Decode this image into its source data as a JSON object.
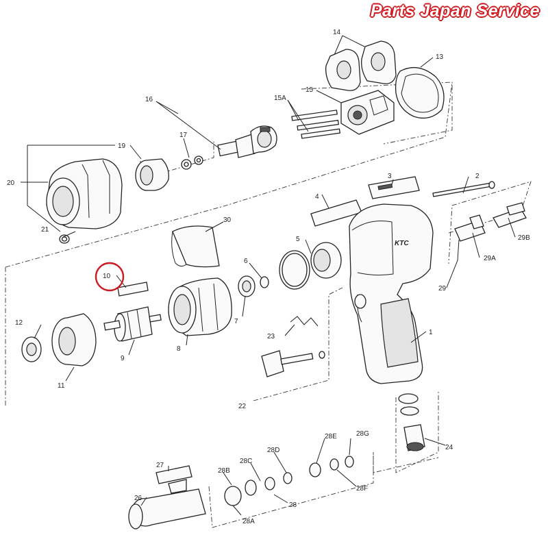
{
  "brand": {
    "text": "Parts Japan Service",
    "color": "#d0191f"
  },
  "housing_logo": "KTC",
  "highlight": {
    "part": "10",
    "color": "#d0191f"
  },
  "labels": {
    "p1": "1",
    "p2": "2",
    "p3": "3",
    "p4": "4",
    "p5": "5",
    "p6": "6",
    "p7": "7",
    "p8": "8",
    "p9": "9",
    "p10": "10",
    "p11": "11",
    "p12": "12",
    "p13": "13",
    "p14": "14",
    "p15": "15",
    "p15a": "15A",
    "p16": "16",
    "p17": "17",
    "p19": "19",
    "p20": "20",
    "p21": "21",
    "p22": "22",
    "p23": "23",
    "p24": "24",
    "p26": "26",
    "p27": "27",
    "p28": "28",
    "p28a": "28A",
    "p28b": "28B",
    "p28c": "28C",
    "p28d": "28D",
    "p28e": "28E",
    "p28f": "28F",
    "p28g": "28G",
    "p29": "29",
    "p29a": "29A",
    "p29b": "29B",
    "p30": "30"
  }
}
